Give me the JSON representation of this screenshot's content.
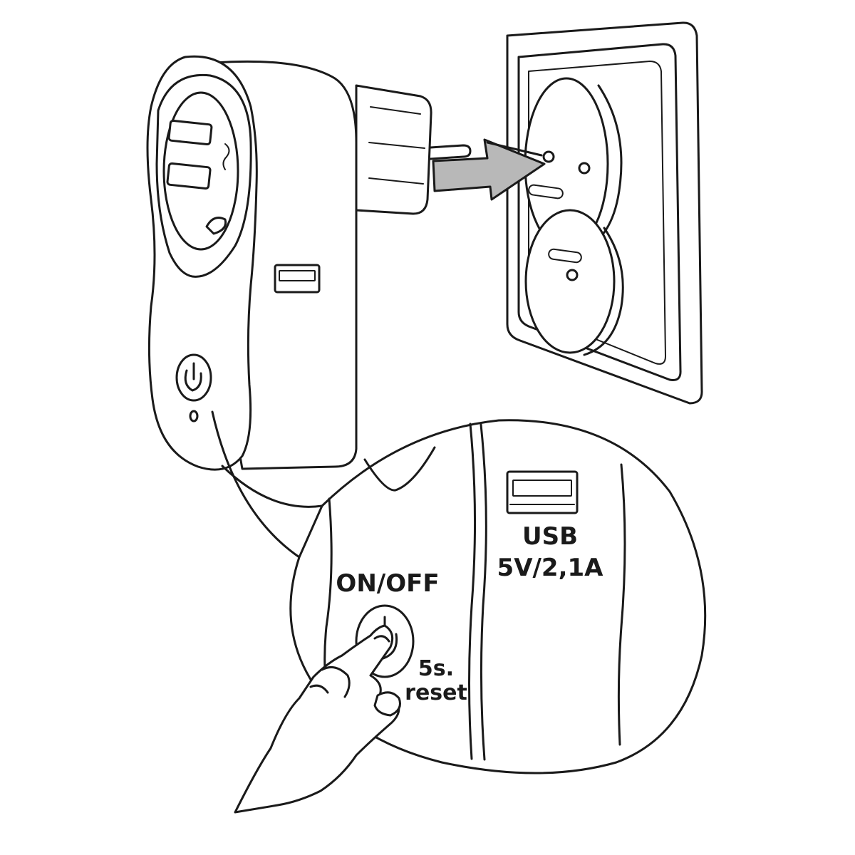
{
  "callout": {
    "on_off_label": "ON/OFF",
    "usb_label": "USB",
    "usb_rating": "5V/2,1A",
    "reset_seconds": "5s.",
    "reset_label": "reset"
  },
  "colors": {
    "ink": "#1a1a1a",
    "arrow_fill": "#b8b8b8",
    "background": "#ffffff"
  },
  "icons": [
    "power-icon",
    "usb-port-icon",
    "insert-arrow-icon",
    "hand-icon"
  ]
}
